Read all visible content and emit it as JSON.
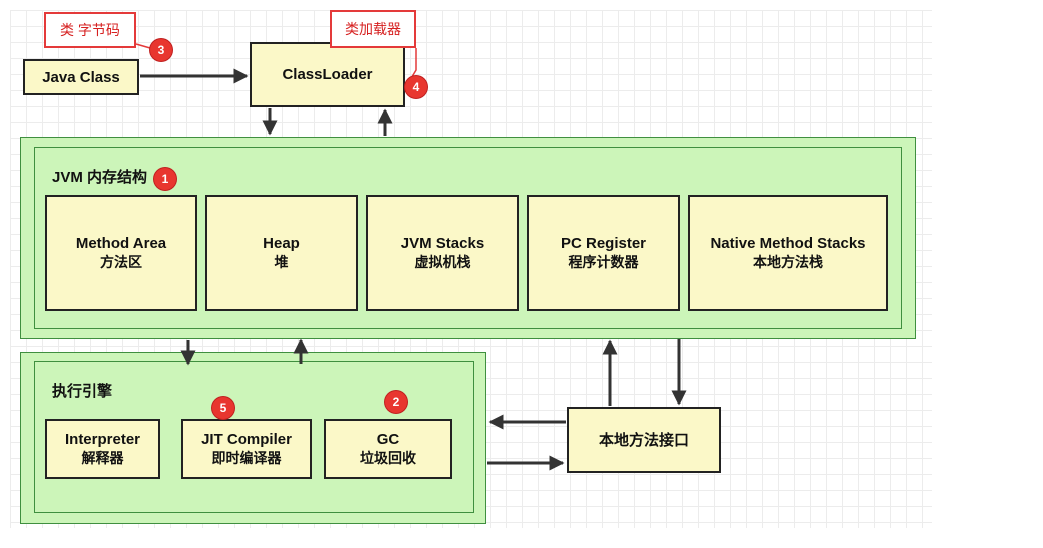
{
  "tags": {
    "bytecode": "类 字节码",
    "class_loader": "类加载器"
  },
  "badges": {
    "b1": "1",
    "b2": "2",
    "b3": "3",
    "b4": "4",
    "b5": "5"
  },
  "nodes": {
    "java_class": "Java Class",
    "class_loader": "ClassLoader",
    "native_interface": "本地方法接口"
  },
  "jvm_memory": {
    "title": "JVM 内存结构",
    "areas": [
      {
        "en": "Method Area",
        "zh": "方法区"
      },
      {
        "en": "Heap",
        "zh": "堆"
      },
      {
        "en": "JVM Stacks",
        "zh": "虚拟机栈"
      },
      {
        "en": "PC Register",
        "zh": "程序计数器"
      },
      {
        "en": "Native Method Stacks",
        "zh": "本地方法栈"
      }
    ]
  },
  "engine": {
    "title": "执行引擎",
    "parts": [
      {
        "en": "Interpreter",
        "zh": "解释器"
      },
      {
        "en": "JIT Compiler",
        "zh": "即时编译器"
      },
      {
        "en": "GC",
        "zh": "垃圾回收"
      }
    ]
  },
  "colors": {
    "box_fill": "#fbf8c8",
    "container_fill": "#ccf5b9",
    "container_border": "#3f8f3f",
    "badge": "#e8362f",
    "tag_border": "#e43a3a"
  }
}
